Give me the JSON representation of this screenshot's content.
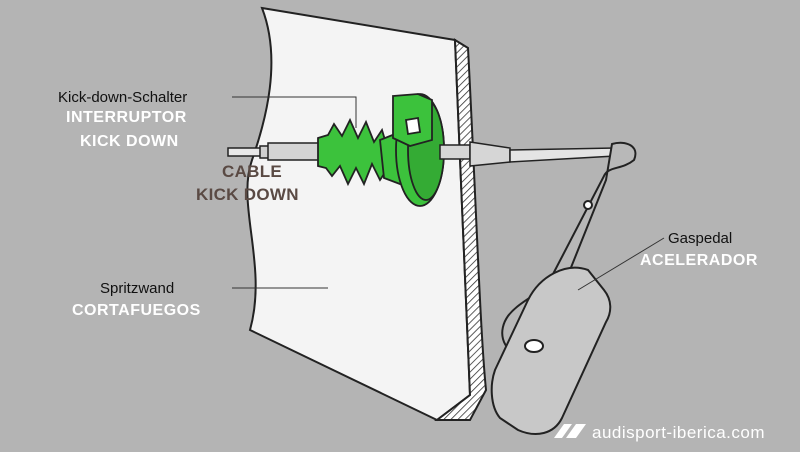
{
  "labels": {
    "switch_de": "Kick-down-Schalter",
    "switch_es_line1": "INTERRUPTOR",
    "switch_es_line2": "KICK DOWN",
    "cable_es_line1": "CABLE",
    "cable_es_line2": "KICK DOWN",
    "firewall_de": "Spritzwand",
    "firewall_es": "CORTAFUEGOS",
    "pedal_de": "Gaspedal",
    "pedal_es": "ACELERADOR"
  },
  "watermark": {
    "text": "audisport-iberica.com"
  },
  "colors": {
    "background": "#b4b4b4",
    "switch_green": "#3cc23c",
    "firewall": "#f4f4f4",
    "pedal": "#c8c8c8"
  }
}
